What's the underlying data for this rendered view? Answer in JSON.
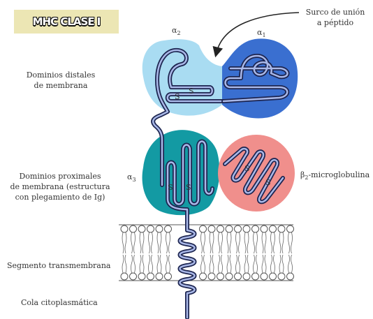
{
  "title": "MHC CLASE I",
  "labels": {
    "groove_line1": "Surco de unión",
    "groove_line2": "a péptido",
    "distal_line1": "Dominios distales",
    "distal_line2": "de membrana",
    "proximal_line1": "Dominios proximales",
    "proximal_line2": "de membrana (estructura",
    "proximal_line3": "con plegamiento de Ig)",
    "transmembrane": "Segmento transmembrana",
    "tail": "Cola citoplasmática",
    "alpha1": "α",
    "alpha1_sub": "1",
    "alpha2": "α",
    "alpha2_sub": "2",
    "alpha3": "α",
    "alpha3_sub": "3",
    "beta2_prefix": "β",
    "beta2_sub": "2",
    "beta2_suffix": "-microglobulina",
    "disulfide": "S"
  },
  "colors": {
    "alpha1": "#3a6fd0",
    "alpha2": "#a9dcf2",
    "alpha3": "#139aa3",
    "beta2": "#f08f8c",
    "chain": "#3d4a7a",
    "title_bg": "#ece6b4"
  }
}
